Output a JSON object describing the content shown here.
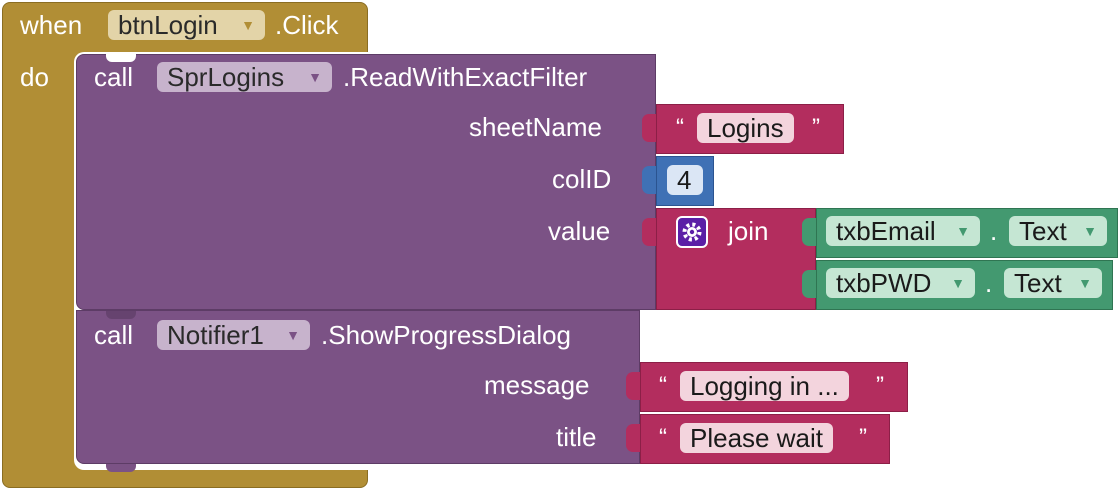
{
  "event": {
    "when_label": "when",
    "component": "btnLogin",
    "event_name": ".Click",
    "do_label": "do"
  },
  "read_call": {
    "call_label": "call",
    "component": "SprLogins",
    "method": ".ReadWithExactFilter",
    "params": {
      "sheetName_label": "sheetName",
      "sheetName_value": "Logins",
      "colID_label": "colID",
      "colID_value": "4",
      "value_label": "value"
    },
    "join": {
      "label": "join",
      "items": [
        {
          "component": "txbEmail",
          "dot": ".",
          "property": "Text"
        },
        {
          "component": "txbPWD",
          "dot": ".",
          "property": "Text"
        }
      ]
    }
  },
  "notify_call": {
    "call_label": "call",
    "component": "Notifier1",
    "method": ".ShowProgressDialog",
    "params": {
      "message_label": "message",
      "message_value": "Logging in ...",
      "title_label": "title",
      "title_value": "Please wait"
    }
  },
  "symbols": {
    "open_quote": "“",
    "close_quote": "”",
    "dropdown_arrow": "▼"
  },
  "colors": {
    "control": "#b18e35",
    "procedure": "#7b5285",
    "text": "#b32d5e",
    "math": "#3f71b5",
    "component_getter": "#439970",
    "dropdown_tan": "#e3d4a8",
    "dropdown_purple": "#c7b3cc",
    "dropdown_green": "#c5e6d3",
    "gear_badge": "#5b1fa6"
  }
}
